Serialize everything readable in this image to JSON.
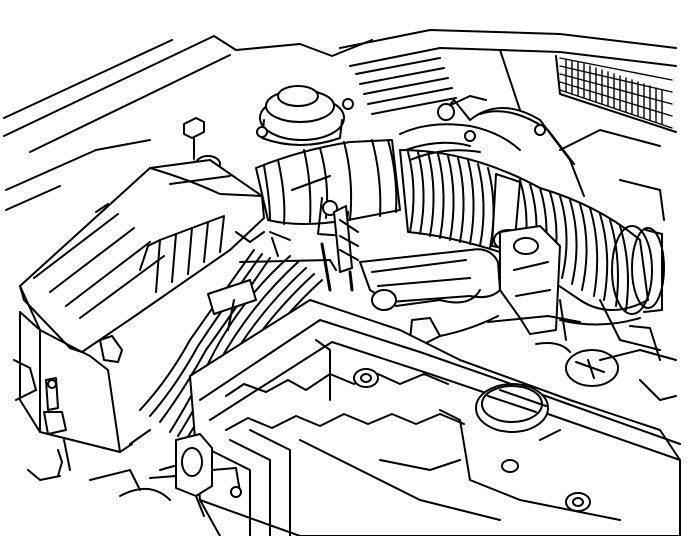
{
  "figure": {
    "kind": "engine-compartment-line-drawing",
    "colors": {
      "ink": "#000000",
      "paper": "#ffffff"
    },
    "parts": [
      "hood-edge",
      "air-cleaner-housing",
      "air-intake-duct",
      "corrugated-intake-hose",
      "mounting-bolt",
      "strut-tower-cap",
      "cowl-vent-grille",
      "wiring-harness",
      "vacuum-hoses",
      "cylinder-head-cover",
      "oil-filler-cap",
      "throttle-body"
    ]
  }
}
